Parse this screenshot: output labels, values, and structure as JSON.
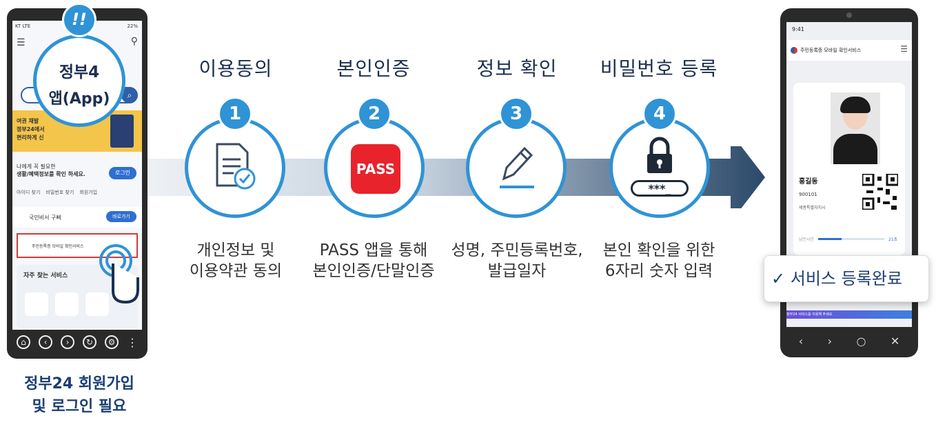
{
  "steps": [
    {
      "number": "1",
      "title": "이용동의",
      "desc_line1": "개인정보 및",
      "desc_line2": "이용약관 동의",
      "icon": "document-check-icon"
    },
    {
      "number": "2",
      "title": "본인인증",
      "desc_line1": "PASS 앱을 통해",
      "desc_line2": "본인인증/단말인증",
      "icon": "pass-app-icon",
      "icon_text": "PASS"
    },
    {
      "number": "3",
      "title": "정보 확인",
      "desc_line1": "성명, 주민등록번호,",
      "desc_line2": "발급일자",
      "icon": "pencil-icon"
    },
    {
      "number": "4",
      "title": "비밀번호 등록",
      "desc_line1": "본인 확인을 위한",
      "desc_line2": "6자리 숫자 입력",
      "icon": "padlock-icon",
      "password_mask": "***_"
    }
  ],
  "left_phone": {
    "badge_line1": "정부4",
    "badge_line2": "앱(App)",
    "alert": "!!",
    "status": "KT  LTE",
    "battery": "22%",
    "promo_line1": "여권 재발",
    "promo_line2": "정부24에서",
    "promo_line3": "편리하게 신",
    "login_prompt_line1": "나에게 꼭 필요한",
    "login_prompt_line2": "생활/혜택정보를 확인 하세요.",
    "login_button": "로그인",
    "links": [
      "아이디 찾기",
      "비밀번호 찾기",
      "회원가입"
    ],
    "kukmin": "국민비서 구삐",
    "shortcut_button": "바로가기",
    "service_item": "주민등록증 모바일 확인서비스",
    "frequent": "자주 찾는 서비스"
  },
  "left_caption_line1": "정부24 회원가입",
  "left_caption_line2": "및 로그인 필요",
  "right_phone": {
    "time": "9:41",
    "header": "주민등록증 모바일 확인서비스",
    "name": "홍길동",
    "id_number": "900101",
    "region": "세종특별자치시",
    "remain_label": "남은시간",
    "remain_value": "21초",
    "ticker": "정부24 서비스를 이용해 주세요"
  },
  "complete_label": "✓ 서비스 등록완료",
  "colors": {
    "accent": "#2f93d6",
    "navy": "#1c2f4f",
    "pass_red": "#e8232c"
  }
}
